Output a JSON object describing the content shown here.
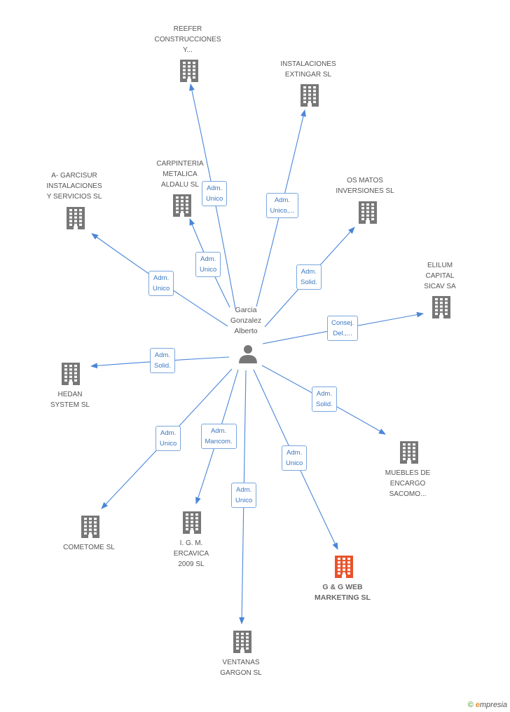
{
  "colors": {
    "edge": "#4a86d8",
    "building": "#777777",
    "highlight": "#e8532b"
  },
  "center": {
    "label": "Garcia\nGonzalez\nAlberto",
    "icon": "person-icon"
  },
  "nodes": [
    {
      "id": "reefer",
      "label": "REEFER\nCONSTRUCCIONES\nY..."
    },
    {
      "id": "extingar",
      "label": "INSTALACIONES\nEXTINGAR SL"
    },
    {
      "id": "carpinteria",
      "label": "CARPINTERIA\nMETALICA\nALDALU SL"
    },
    {
      "id": "garcisur",
      "label": "A- GARCISUR\nINSTALACIONES\nY SERVICIOS SL"
    },
    {
      "id": "osmatos",
      "label": "OS MATOS\nINVERSIONES SL"
    },
    {
      "id": "elilum",
      "label": "ELILUM\nCAPITAL\nSICAV SA"
    },
    {
      "id": "hedan",
      "label": "HEDAN\nSYSTEM  SL"
    },
    {
      "id": "muebles",
      "label": "MUEBLES DE\nENCARGO\nSACOMO..."
    },
    {
      "id": "cometome",
      "label": "COMETOME SL"
    },
    {
      "id": "igm",
      "label": "I.  G. M.\nERCAVICA\n2009 SL"
    },
    {
      "id": "gg",
      "label": "G & G WEB\nMARKETING SL"
    },
    {
      "id": "ventanas",
      "label": "VENTANAS\nGARGON SL"
    }
  ],
  "edges": [
    {
      "to": "reefer",
      "label": "Adm.\nUnico"
    },
    {
      "to": "extingar",
      "label": "Adm.\nUnico,..."
    },
    {
      "to": "carpinteria",
      "label": "Adm.\nUnico"
    },
    {
      "to": "garcisur",
      "label": "Adm.\nUnico"
    },
    {
      "to": "osmatos",
      "label": "Adm.\nSolid."
    },
    {
      "to": "elilum",
      "label": "Consej.\nDel.,..."
    },
    {
      "to": "hedan",
      "label": "Adm.\nSolid."
    },
    {
      "to": "muebles",
      "label": "Adm.\nSolid."
    },
    {
      "to": "cometome",
      "label": "Adm.\nUnico"
    },
    {
      "to": "igm",
      "label": "Adm.\nMancom."
    },
    {
      "to": "gg",
      "label": "Adm.\nUnico"
    },
    {
      "to": "ventanas",
      "label": "Adm.\nUnico"
    }
  ],
  "footer": {
    "copyright": "©",
    "brand_e": "e",
    "brand_rest": "mpresia"
  }
}
